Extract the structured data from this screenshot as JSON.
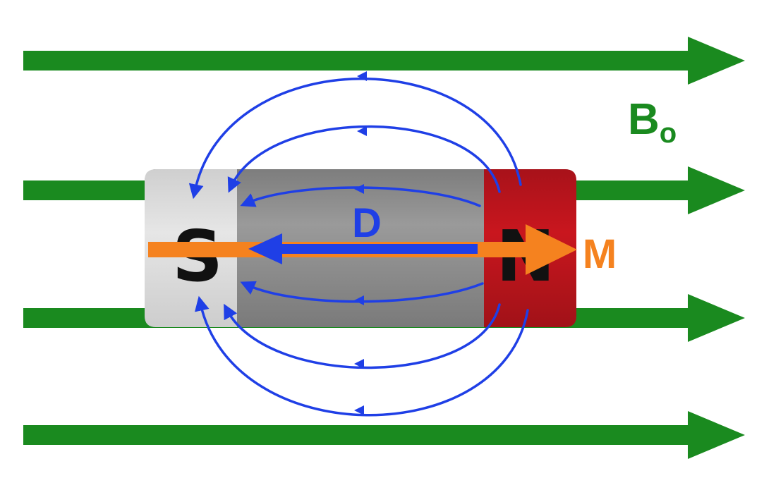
{
  "diagram": {
    "labels": {
      "external_field": "B",
      "external_field_subscript": "o",
      "demagnetizing_field": "D",
      "magnetization": "M"
    },
    "poles": {
      "south": "S",
      "north": "N"
    },
    "colors": {
      "external_field": "#1a8a1f",
      "field_lines": "#1f3fe6",
      "magnetization": "#f5821f",
      "magnet_body": "#8c8c8c",
      "south_pole": "#d9d9d9",
      "north_pole": "#c0141a"
    }
  }
}
